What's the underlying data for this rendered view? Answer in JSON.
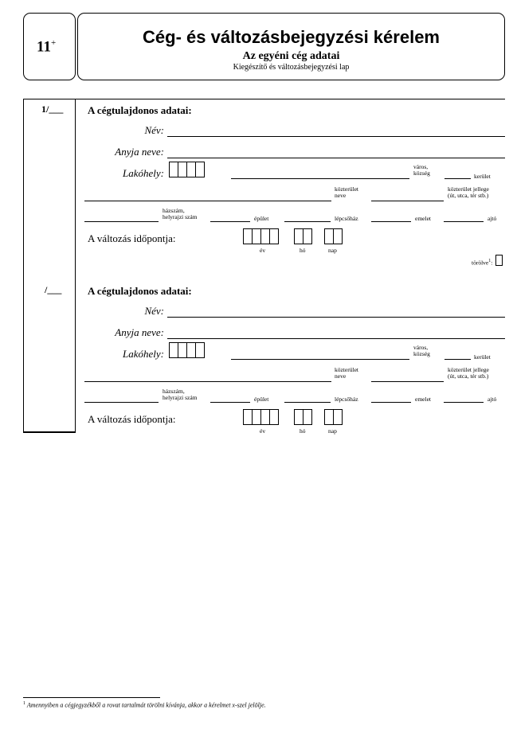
{
  "header": {
    "page_number": "11",
    "page_sup": "+",
    "title": "Cég- és változásbejegyzési kérelem",
    "subtitle": "Az egyéni cég adatai",
    "sheet_label": "Kiegészítő és változásbejegyzési lap"
  },
  "sections": [
    {
      "row_number": "1/___",
      "heading": "A cégtulajdonos adatai:",
      "name_label": "Név:",
      "mother_label": "Anyja neve:",
      "address_label": "Lakóhely:",
      "city_label_1": "város,",
      "city_label_2": "község",
      "district_label": "kerület",
      "street_name_1": "közterület",
      "street_name_2": "neve",
      "street_type_1": "közterület jellege",
      "street_type_2": "(út, utca, tér stb.)",
      "house_label_1": "házszám,",
      "house_label_2": "helyrajzi szám",
      "building_label": "épület",
      "stair_label": "lépcsőház",
      "floor_label": "emelet",
      "door_label": "ajtó",
      "change_date_label": "A változás időpontja:",
      "year_label": "év",
      "month_label": "hó",
      "day_label": "nap",
      "deleted_label": "törölve",
      "deleted_sup": "1",
      "deleted_colon": ":"
    },
    {
      "row_number": "/___",
      "heading": "A cégtulajdonos adatai:",
      "name_label": "Név:",
      "mother_label": "Anyja neve:",
      "address_label": "Lakóhely:",
      "city_label_1": "város,",
      "city_label_2": "község",
      "district_label": "kerület",
      "street_name_1": "közterület",
      "street_name_2": "neve",
      "street_type_1": "közterület jellege",
      "street_type_2": "(út, utca, tér stb.)",
      "house_label_1": "házszám,",
      "house_label_2": "helyrajzi szám",
      "building_label": "épület",
      "stair_label": "lépcsőház",
      "floor_label": "emelet",
      "door_label": "ajtó",
      "change_date_label": "A változás időpontja:",
      "year_label": "év",
      "month_label": "hó",
      "day_label": "nap"
    }
  ],
  "footnote": {
    "marker": "1",
    "text": "Amennyiben a cégjegyzékből a rovat tartalmát törölni kívánja, akkor a kérelmet x-szel jelölje."
  }
}
